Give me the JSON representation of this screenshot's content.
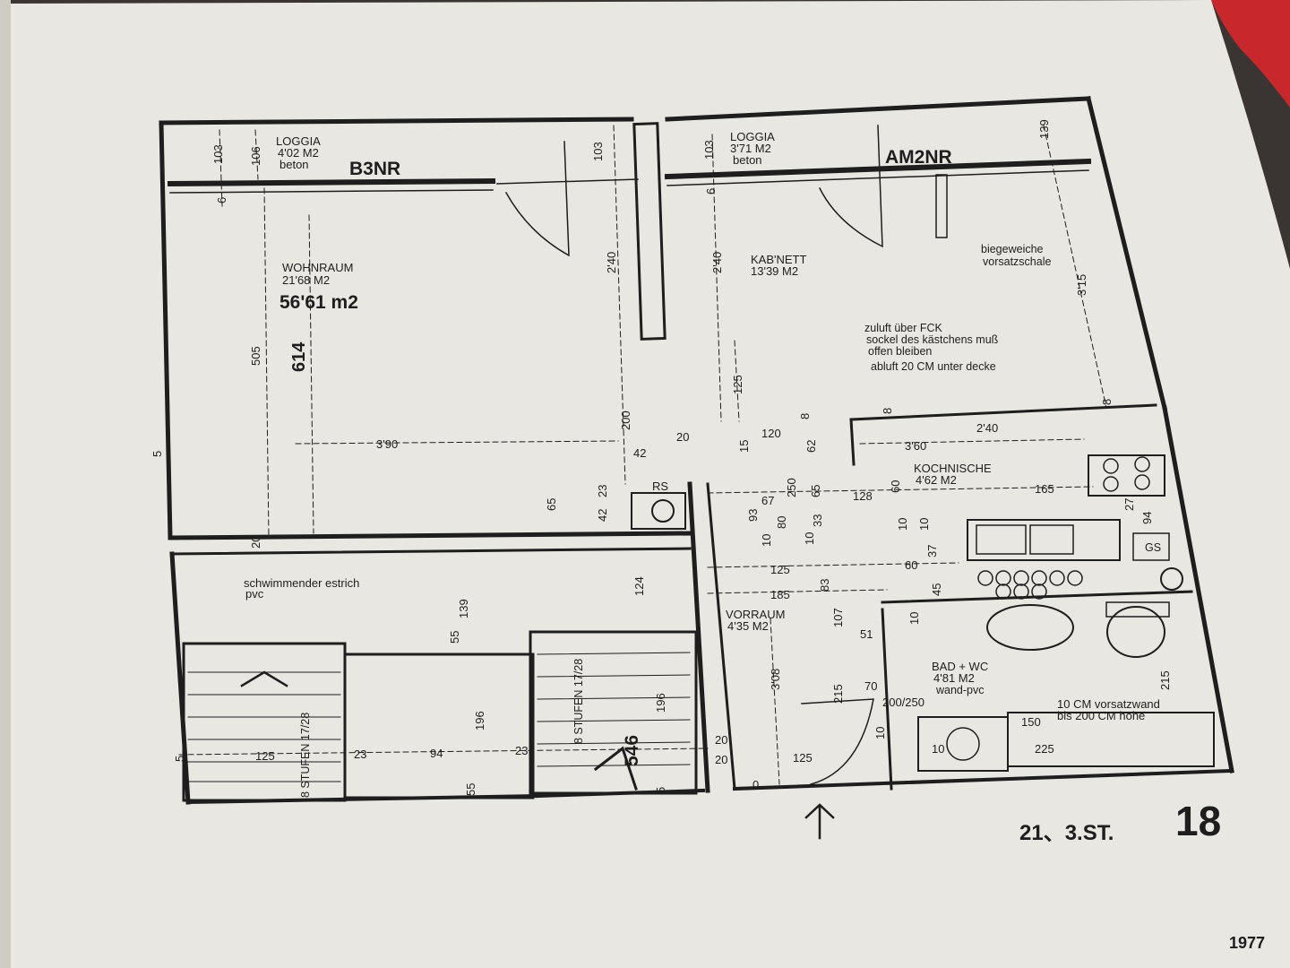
{
  "palette": {
    "paper": "#e9e7e1",
    "ink": "#1e1e1e",
    "background": "#3a3532",
    "accent": "#c8282c"
  },
  "labels": {
    "loggia_left_title": "LOGGIA",
    "loggia_left_area": "4'02 M2",
    "loggia_left_material": "beton",
    "unit_left": "B3NR",
    "loggia_right_title": "LOGGIA",
    "loggia_right_area": "3'71 M2",
    "loggia_right_material": "beton",
    "unit_right": "AM2NR",
    "wohnraum_title": "WOHNRAUM",
    "wohnraum_area": "21'68 M2",
    "total_area": "56'61 m2",
    "kabinett_title": "KAB'NETT",
    "kabinett_area": "13'39 M2",
    "biegeweiche_1": "biegeweiche",
    "biegeweiche_2": "vorsatzschale",
    "note_1": "zuluft über FCK",
    "note_2": "sockel des kästchens muß",
    "note_3": "offen bleiben",
    "note_4": "abluft 20 CM unter decke",
    "kochnische_title": "KOCHNISCHE",
    "kochnische_area": "4'62 M2",
    "vorraum_title": "VORRAUM",
    "vorraum_area": "4'35 M2",
    "bad_title": "BAD + WC",
    "bad_area": "4'81 M2",
    "bad_material": "wand-pvc",
    "estrich_1": "schwimmender estrich",
    "estrich_2": "pvc",
    "vorsatzwand_1": "10 CM vorsatzwand",
    "vorsatzwand_2": "bis 200 CM höhe",
    "stufen_left": "8 STUFEN 17/28",
    "stufen_right": "8 STUFEN 17/28",
    "stair_big": "546",
    "rs_label": "RS",
    "gs_label": "GS",
    "door_size": "200/250",
    "floor_code": "21、3.ST.",
    "floor_number": "18",
    "year": "1977"
  },
  "dimensions": {
    "d103a": "103",
    "d106": "106",
    "d6a": "6",
    "d103b": "103",
    "d103c": "103",
    "d6b": "6",
    "d139top": "139",
    "d240a": "2'40",
    "d240b": "2'40",
    "d505": "505",
    "d614": "614",
    "d390": "3'90",
    "d125v": "125",
    "d200": "200",
    "d20a": "20",
    "d120": "120",
    "d42": "42",
    "d15": "15",
    "d8a": "8",
    "d62": "62",
    "d8b": "8",
    "d240c": "2'40",
    "d8c": "8",
    "d360": "3'60",
    "d60a": "60",
    "d128": "128",
    "d165": "165",
    "d67": "67",
    "d250": "250",
    "d65a": "65",
    "d65b": "65",
    "d42b": "42",
    "d23a": "23",
    "d93": "93",
    "d10a": "10",
    "d80": "80",
    "d33": "33",
    "d10b": "10",
    "d10c": "10",
    "d10d": "10",
    "d27": "27",
    "d94": "94",
    "d20b": "20",
    "d125h": "125",
    "d60b": "60",
    "d37": "37",
    "d185": "185",
    "d83": "83",
    "d45": "45",
    "d139mid": "139",
    "d124": "124",
    "d55a": "55",
    "d10e": "10",
    "d107": "107",
    "d51": "51",
    "d308": "3'08",
    "d215a": "215",
    "d70": "70",
    "d215b": "215",
    "d315": "3'15",
    "d196a": "196",
    "d196b": "196",
    "d125b": "125",
    "d23b": "23",
    "d94b": "94",
    "d23c": "23",
    "d55b": "55",
    "d5a": "5",
    "d5b": "5",
    "d20c": "20",
    "d20d": "20",
    "d125c": "125",
    "d10f": "10",
    "d150": "150",
    "d225": "225",
    "d10g": "10",
    "d0": "0",
    "d5c": "5"
  }
}
